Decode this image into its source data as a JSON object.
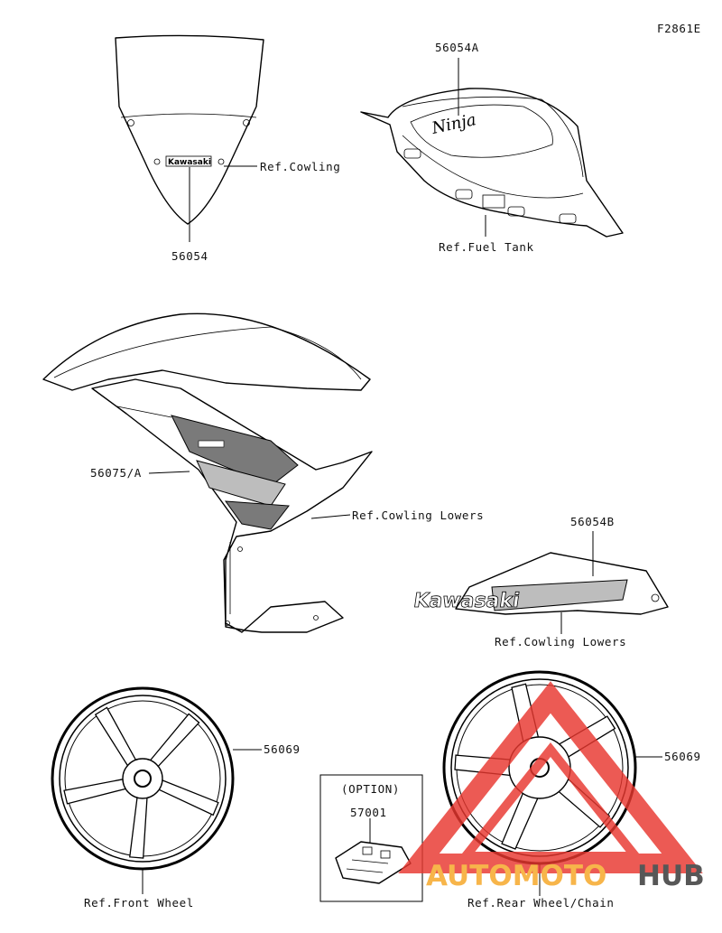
{
  "figure_code": "F2861E",
  "parts": {
    "windshield_decal": "56054",
    "windshield_ref": "Ref.Cowling",
    "windshield_brand": "Kawasaki",
    "tank_decal": "56054A",
    "tank_ref": "Ref.Fuel Tank",
    "tank_logo": "Ninja",
    "cowling_decal": "56075/A",
    "cowling_ref": "Ref.Cowling Lowers",
    "lower_decal": "56054B",
    "lower_ref": "Ref.Cowling Lowers",
    "lower_brand": "Kawasaki",
    "front_wheel_decal": "56069",
    "front_wheel_ref": "Ref.Front Wheel",
    "rear_wheel_decal": "56069",
    "rear_wheel_ref": "Ref.Rear Wheel/Chain",
    "option_label": "(OPTION)",
    "option_part": "57001"
  },
  "watermark": {
    "text_part1": "AUTOMOTO",
    "text_part2": "HUB",
    "color_primary": "#e8372f",
    "color_secondary": "#f6a623",
    "color_dark": "#333333"
  }
}
